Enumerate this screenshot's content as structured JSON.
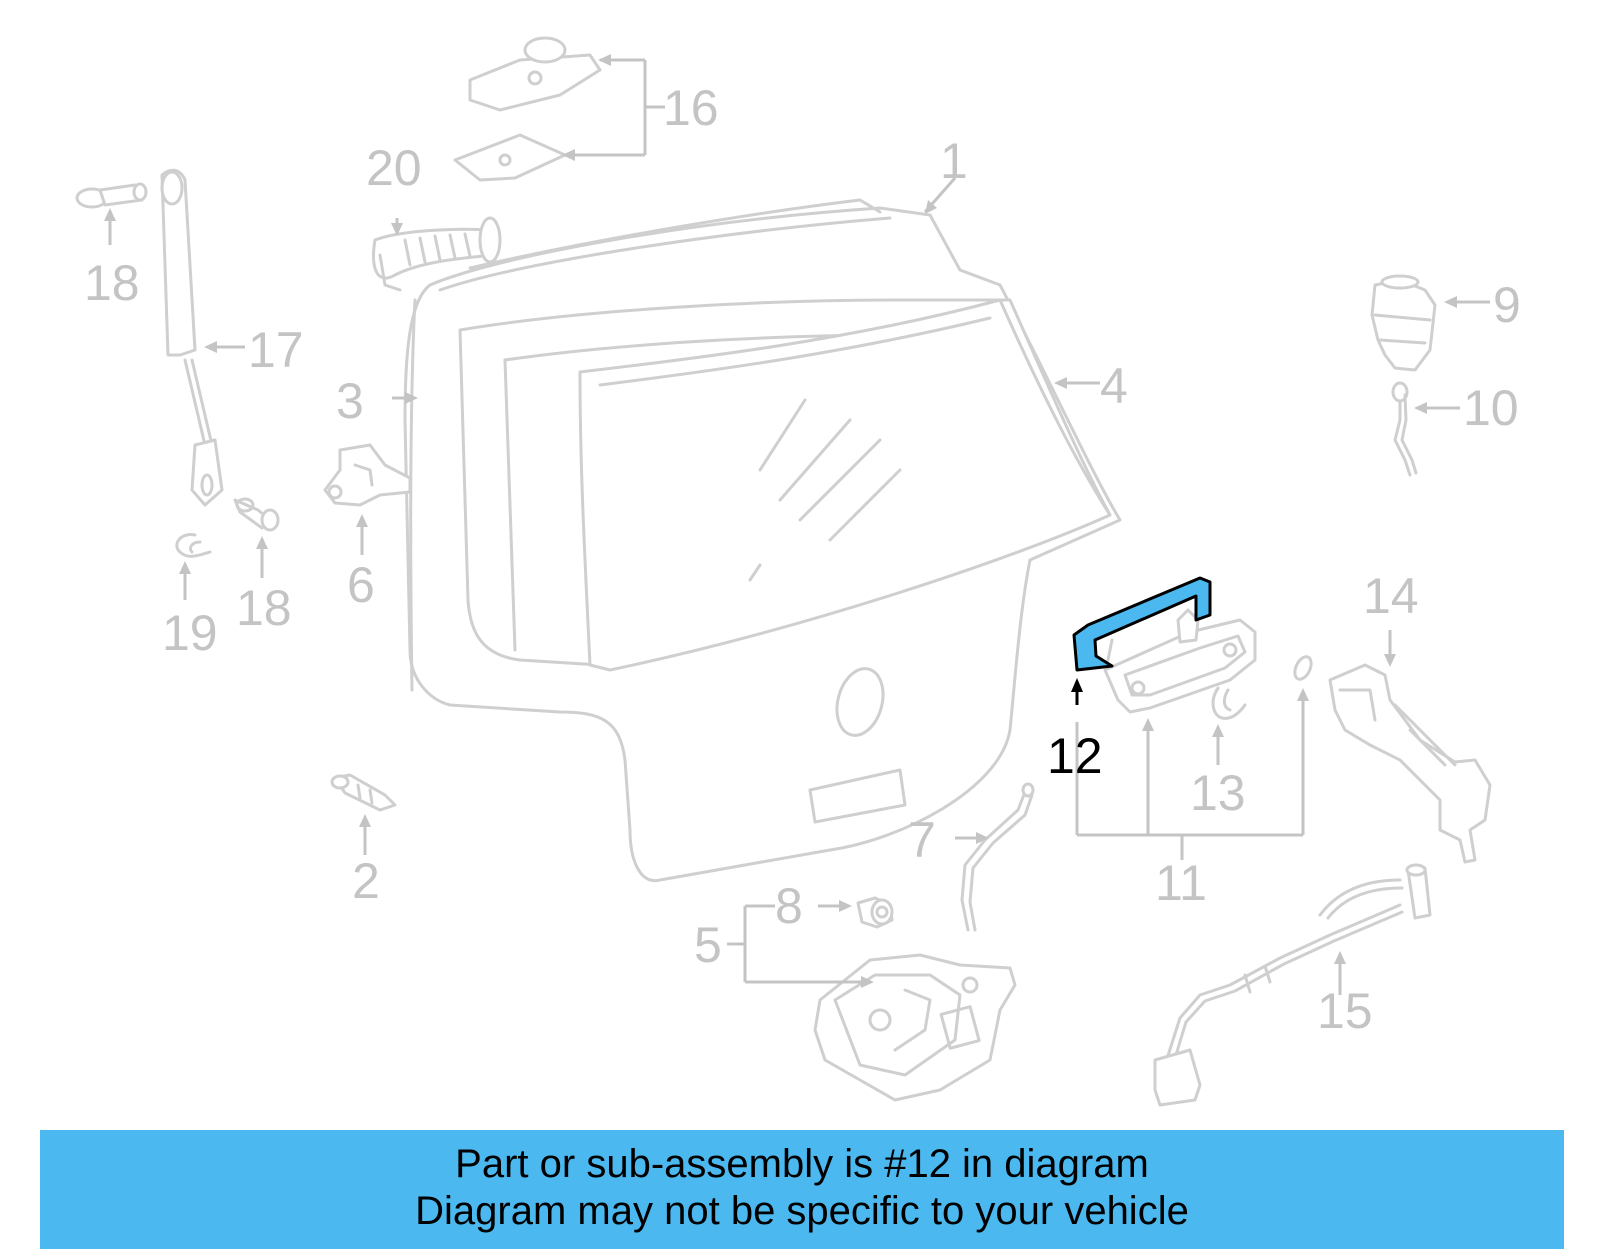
{
  "callouts": {
    "c1": "1",
    "c2": "2",
    "c3": "3",
    "c4": "4",
    "c5": "5",
    "c6": "6",
    "c7": "7",
    "c8": "8",
    "c9": "9",
    "c10": "10",
    "c11": "11",
    "c12": "12",
    "c13": "13",
    "c14": "14",
    "c15": "15",
    "c16": "16",
    "c17": "17",
    "c18a": "18",
    "c18b": "18",
    "c19": "19",
    "c20": "20"
  },
  "highlight": {
    "part": "12",
    "color": "#4bb8ef"
  },
  "banner": {
    "line1": "Part or sub-assembly is #12 in diagram",
    "line2": "Diagram may not be specific to your vehicle",
    "color": "#4bb8ef"
  }
}
